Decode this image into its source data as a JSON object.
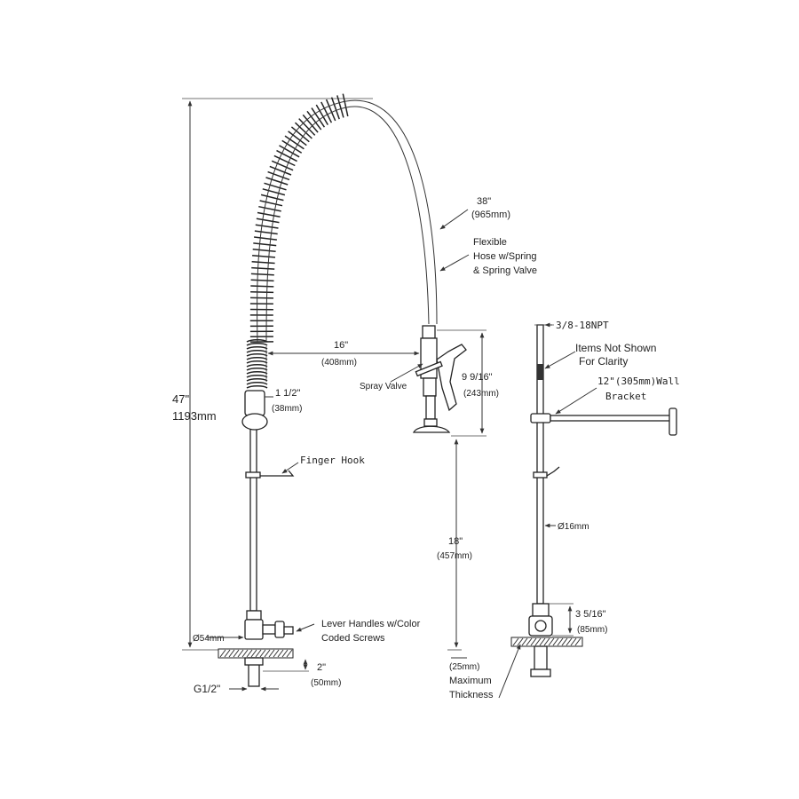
{
  "labels": {
    "total_height": "47\"",
    "total_height_mm": "1193mm",
    "hose_length": "38\"",
    "hose_length_mm": "(965mm)",
    "hose_desc_1": "Flexible",
    "hose_desc_2": "Hose w/Spring",
    "hose_desc_3": "& Spring Valve",
    "reach": "16\"",
    "reach_mm": "(408mm)",
    "spray_valve": "Spray Valve",
    "valve_height": "9 9/16\"",
    "valve_height_mm": "(243mm)",
    "spring_dia": "1 1/2\"",
    "spring_dia_mm": "(38mm)",
    "finger_hook": "Finger Hook",
    "valve_clearance": "18\"",
    "valve_clearance_mm": "(457mm)",
    "lever_1": "Lever Handles w/Color",
    "lever_2": "Coded Screws",
    "base_dia": "Ø54mm",
    "shank_len": "2\"",
    "shank_len_mm": "(50mm)",
    "thread": "G1/2\"",
    "max_thick_mm": "(25mm)",
    "max_thick_1": "Maximum",
    "max_thick_2": "Thickness",
    "npt": "3/8-18NPT",
    "items_1": "Items Not Shown",
    "items_2": "For Clarity",
    "wall_1": "12\"(305mm)Wall",
    "wall_2": "Bracket",
    "pipe_dia": "Ø16mm",
    "inlet_height": "3 5/16\"",
    "inlet_height_mm": "(85mm)"
  }
}
